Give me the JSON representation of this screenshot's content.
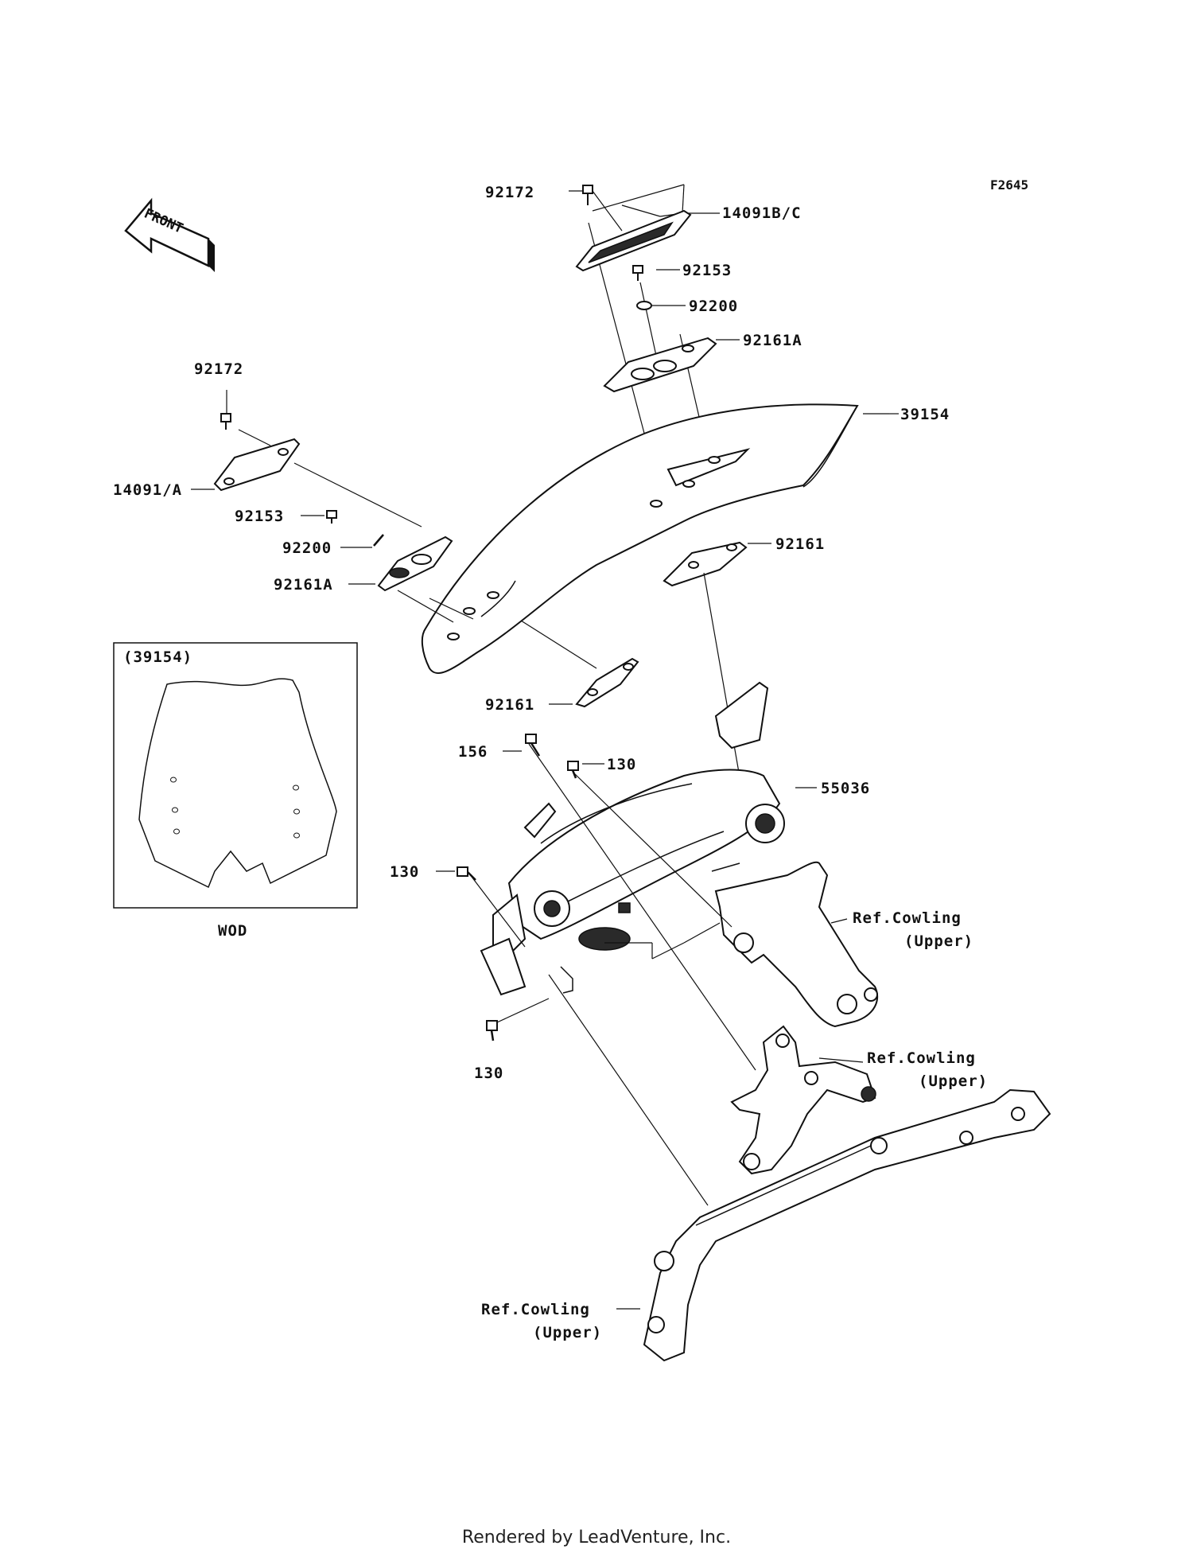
{
  "diagram": {
    "figure_code": "F2645",
    "front_arrow": "FRONT",
    "labels": {
      "p92172_top": "92172",
      "p14091BC": "14091B/C",
      "p92153_top": "92153",
      "p92200_top": "92200",
      "p92161A_top": "92161A",
      "p39154": "39154",
      "p92172_left": "92172",
      "p14091A": "14091/A",
      "p92153_left": "92153",
      "p92200_left": "92200",
      "p92161A_left": "92161A",
      "p92161_right": "92161",
      "p92161_lower": "92161",
      "p156": "156",
      "p130_a": "130",
      "p55036": "55036",
      "p130_b": "130",
      "p130_c": "130",
      "ref1": "Ref.Cowling",
      "ref1b": "(Upper)",
      "ref2": "Ref.Cowling",
      "ref2b": "(Upper)",
      "ref3": "Ref.Cowling",
      "ref3b": "(Upper)"
    },
    "inset": {
      "title": "(39154)",
      "caption": "WOD"
    }
  },
  "footer": "Rendered by LeadVenture, Inc."
}
